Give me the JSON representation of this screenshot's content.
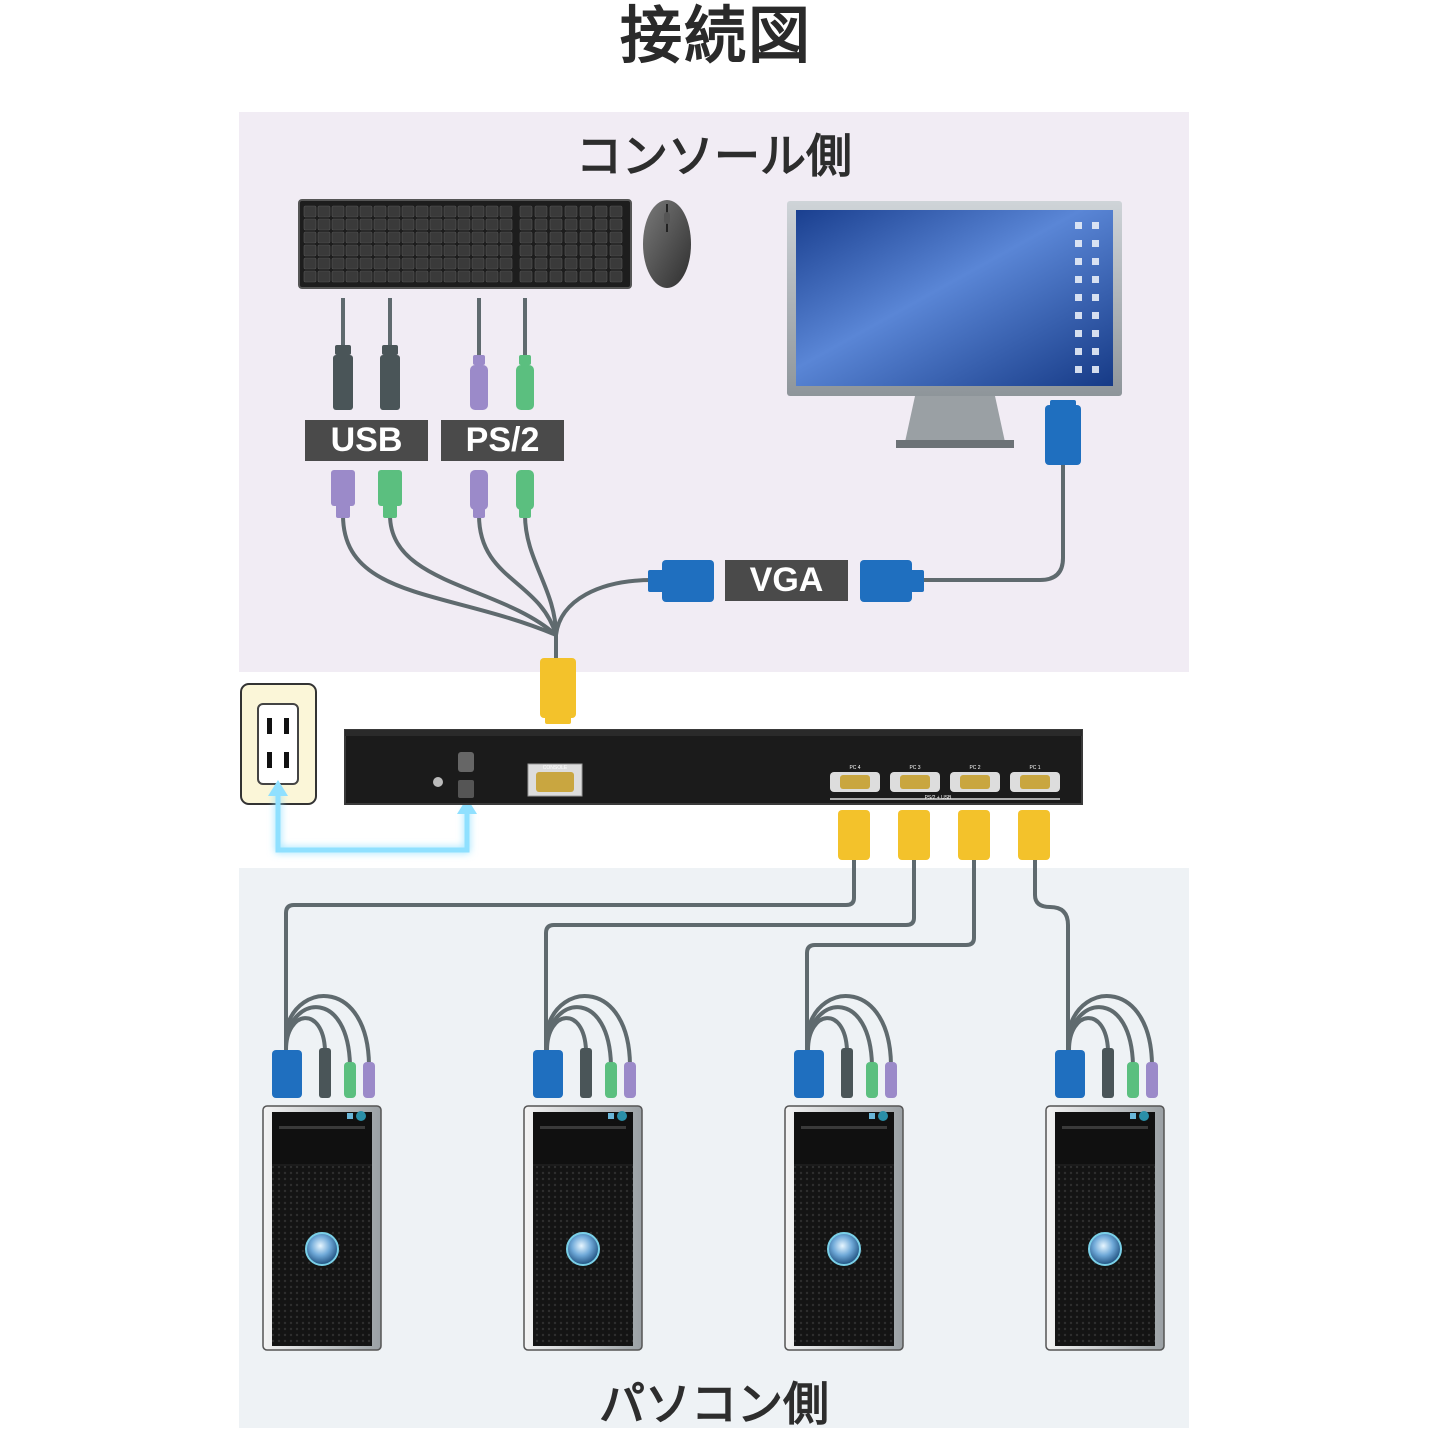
{
  "title": "接続図",
  "console_side": {
    "title": "コンソール側",
    "labels": {
      "usb": "USB",
      "ps2": "PS/2",
      "vga": "VGA"
    }
  },
  "pc_side": {
    "title": "パソコン側"
  },
  "kvm_switch": {
    "console_port": "CONSOLE",
    "pc_ports": [
      "PC 4",
      "PC 3",
      "PC 2",
      "PC 1"
    ],
    "bar_label": "PS/2 + USB"
  },
  "colors": {
    "console_panel_bg": "#f1ecf4",
    "pc_panel_bg": "#eef2f5",
    "cable_gray": "#5f6a6e",
    "usb_connector": "#4a5558",
    "ps2_purple": "#9b8ac9",
    "ps2_green": "#5bbf7f",
    "vga_blue": "#1f6fbf",
    "kvm_connector_yellow": "#f3c22b",
    "power_glow": "#7fd9ff"
  }
}
